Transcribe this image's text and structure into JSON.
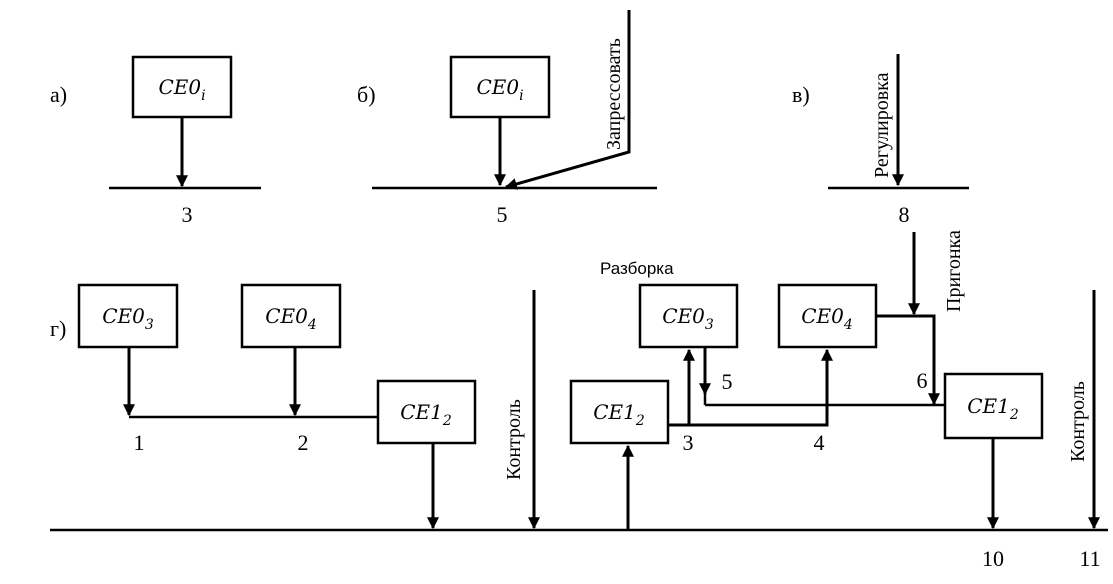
{
  "panels": {
    "a": {
      "label": "а)",
      "box_base": "CE0",
      "box_sub": "i",
      "node": "3"
    },
    "b": {
      "label": "б)",
      "box_base": "CE0",
      "box_sub": "i",
      "node": "5",
      "action": "Запрессовать"
    },
    "v": {
      "label": "в)",
      "node": "8",
      "action": "Регулировка"
    },
    "g": {
      "label": "г)",
      "boxes": [
        {
          "base": "CE0",
          "sub": "3"
        },
        {
          "base": "CE0",
          "sub": "4"
        },
        {
          "base": "CE1",
          "sub": "2"
        },
        {
          "base": "CE1",
          "sub": "2"
        },
        {
          "base": "CE0",
          "sub": "3"
        },
        {
          "base": "CE0",
          "sub": "4"
        },
        {
          "base": "CE1",
          "sub": "2"
        }
      ],
      "nodes": [
        "1",
        "2",
        "3",
        "4",
        "5",
        "6",
        "10",
        "11"
      ],
      "actions": {
        "control_left": "Контроль",
        "disassembly": "Разборка",
        "fitting": "Пригонка",
        "control_right": "Контроль"
      }
    }
  }
}
